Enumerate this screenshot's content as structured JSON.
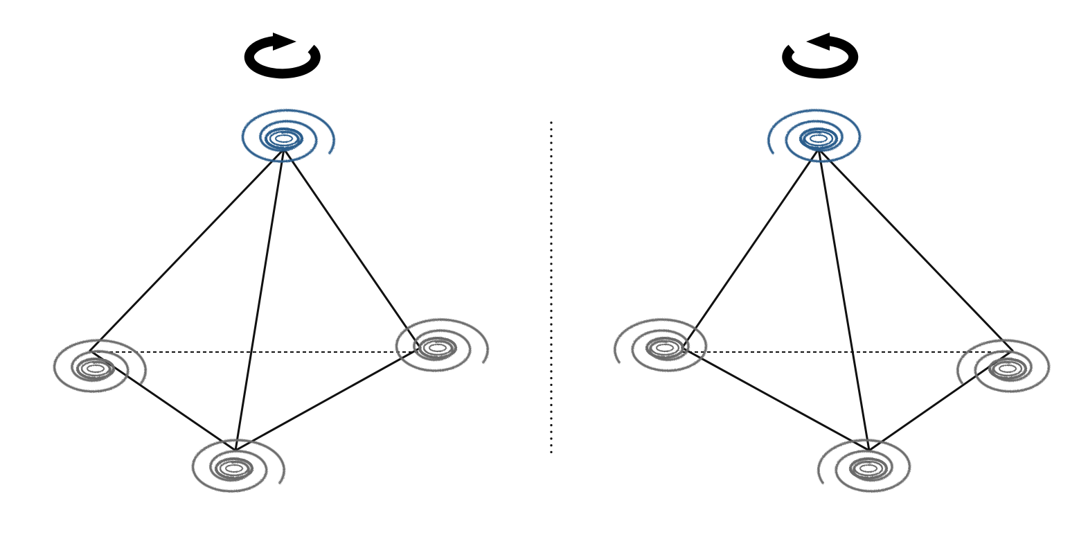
{
  "figure": {
    "description_free": true,
    "colors": {
      "apex": "#2b5d8c",
      "base": "#6a6a6a",
      "edge": "#111111",
      "arrow": "#000000"
    },
    "panels": [
      {
        "id": "left",
        "rotation": "clockwise",
        "icons": {
          "rotation_arrow": "clockwise-arrow-icon",
          "apex_node": "spiral-node-icon",
          "base_node": "spiral-node-icon"
        }
      },
      {
        "id": "right",
        "rotation": "counterclockwise",
        "icons": {
          "rotation_arrow": "counterclockwise-arrow-icon",
          "apex_node": "spiral-node-icon",
          "base_node": "spiral-node-icon"
        }
      }
    ],
    "separator": "dotted-mirror-line"
  }
}
